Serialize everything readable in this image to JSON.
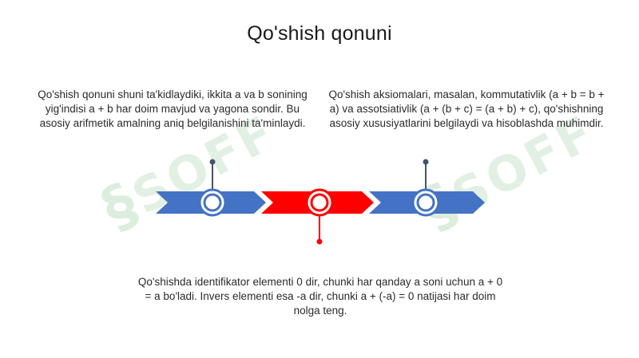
{
  "slide": {
    "title": "Qo'shish qonuni",
    "watermark_text": "SOFF",
    "colors": {
      "blue": "#4472c4",
      "red": "#ff0000",
      "connector_blue": "#44546a",
      "watermark": "#d7ecd9"
    },
    "points": [
      {
        "text": "Qo'shish qonuni shuni ta'kidlaydiki, ikkita a va b sonining yig'indisi a + b har doim mavjud va yagona sondir. Bu asosiy arifmetik amalning aniq belgilanishini ta'minlaydi.",
        "color": "blue"
      },
      {
        "text": "Qo'shishda identifikator elementi 0 dir, chunki har qanday a soni uchun a + 0 = a bo'ladi. Invers elementi esa -a dir, chunki a + (-a) = 0 natijasi har doim nolga teng.",
        "color": "red"
      },
      {
        "text": "Qo'shish aksiomalari, masalan, kommutativlik (a + b = b + a) va assotsiativlik (a + (b + c) = (a + b) + c), qo'shishning asosiy xususiyatlarini belgilaydi va hisoblashda muhimdir.",
        "color": "blue"
      }
    ]
  }
}
